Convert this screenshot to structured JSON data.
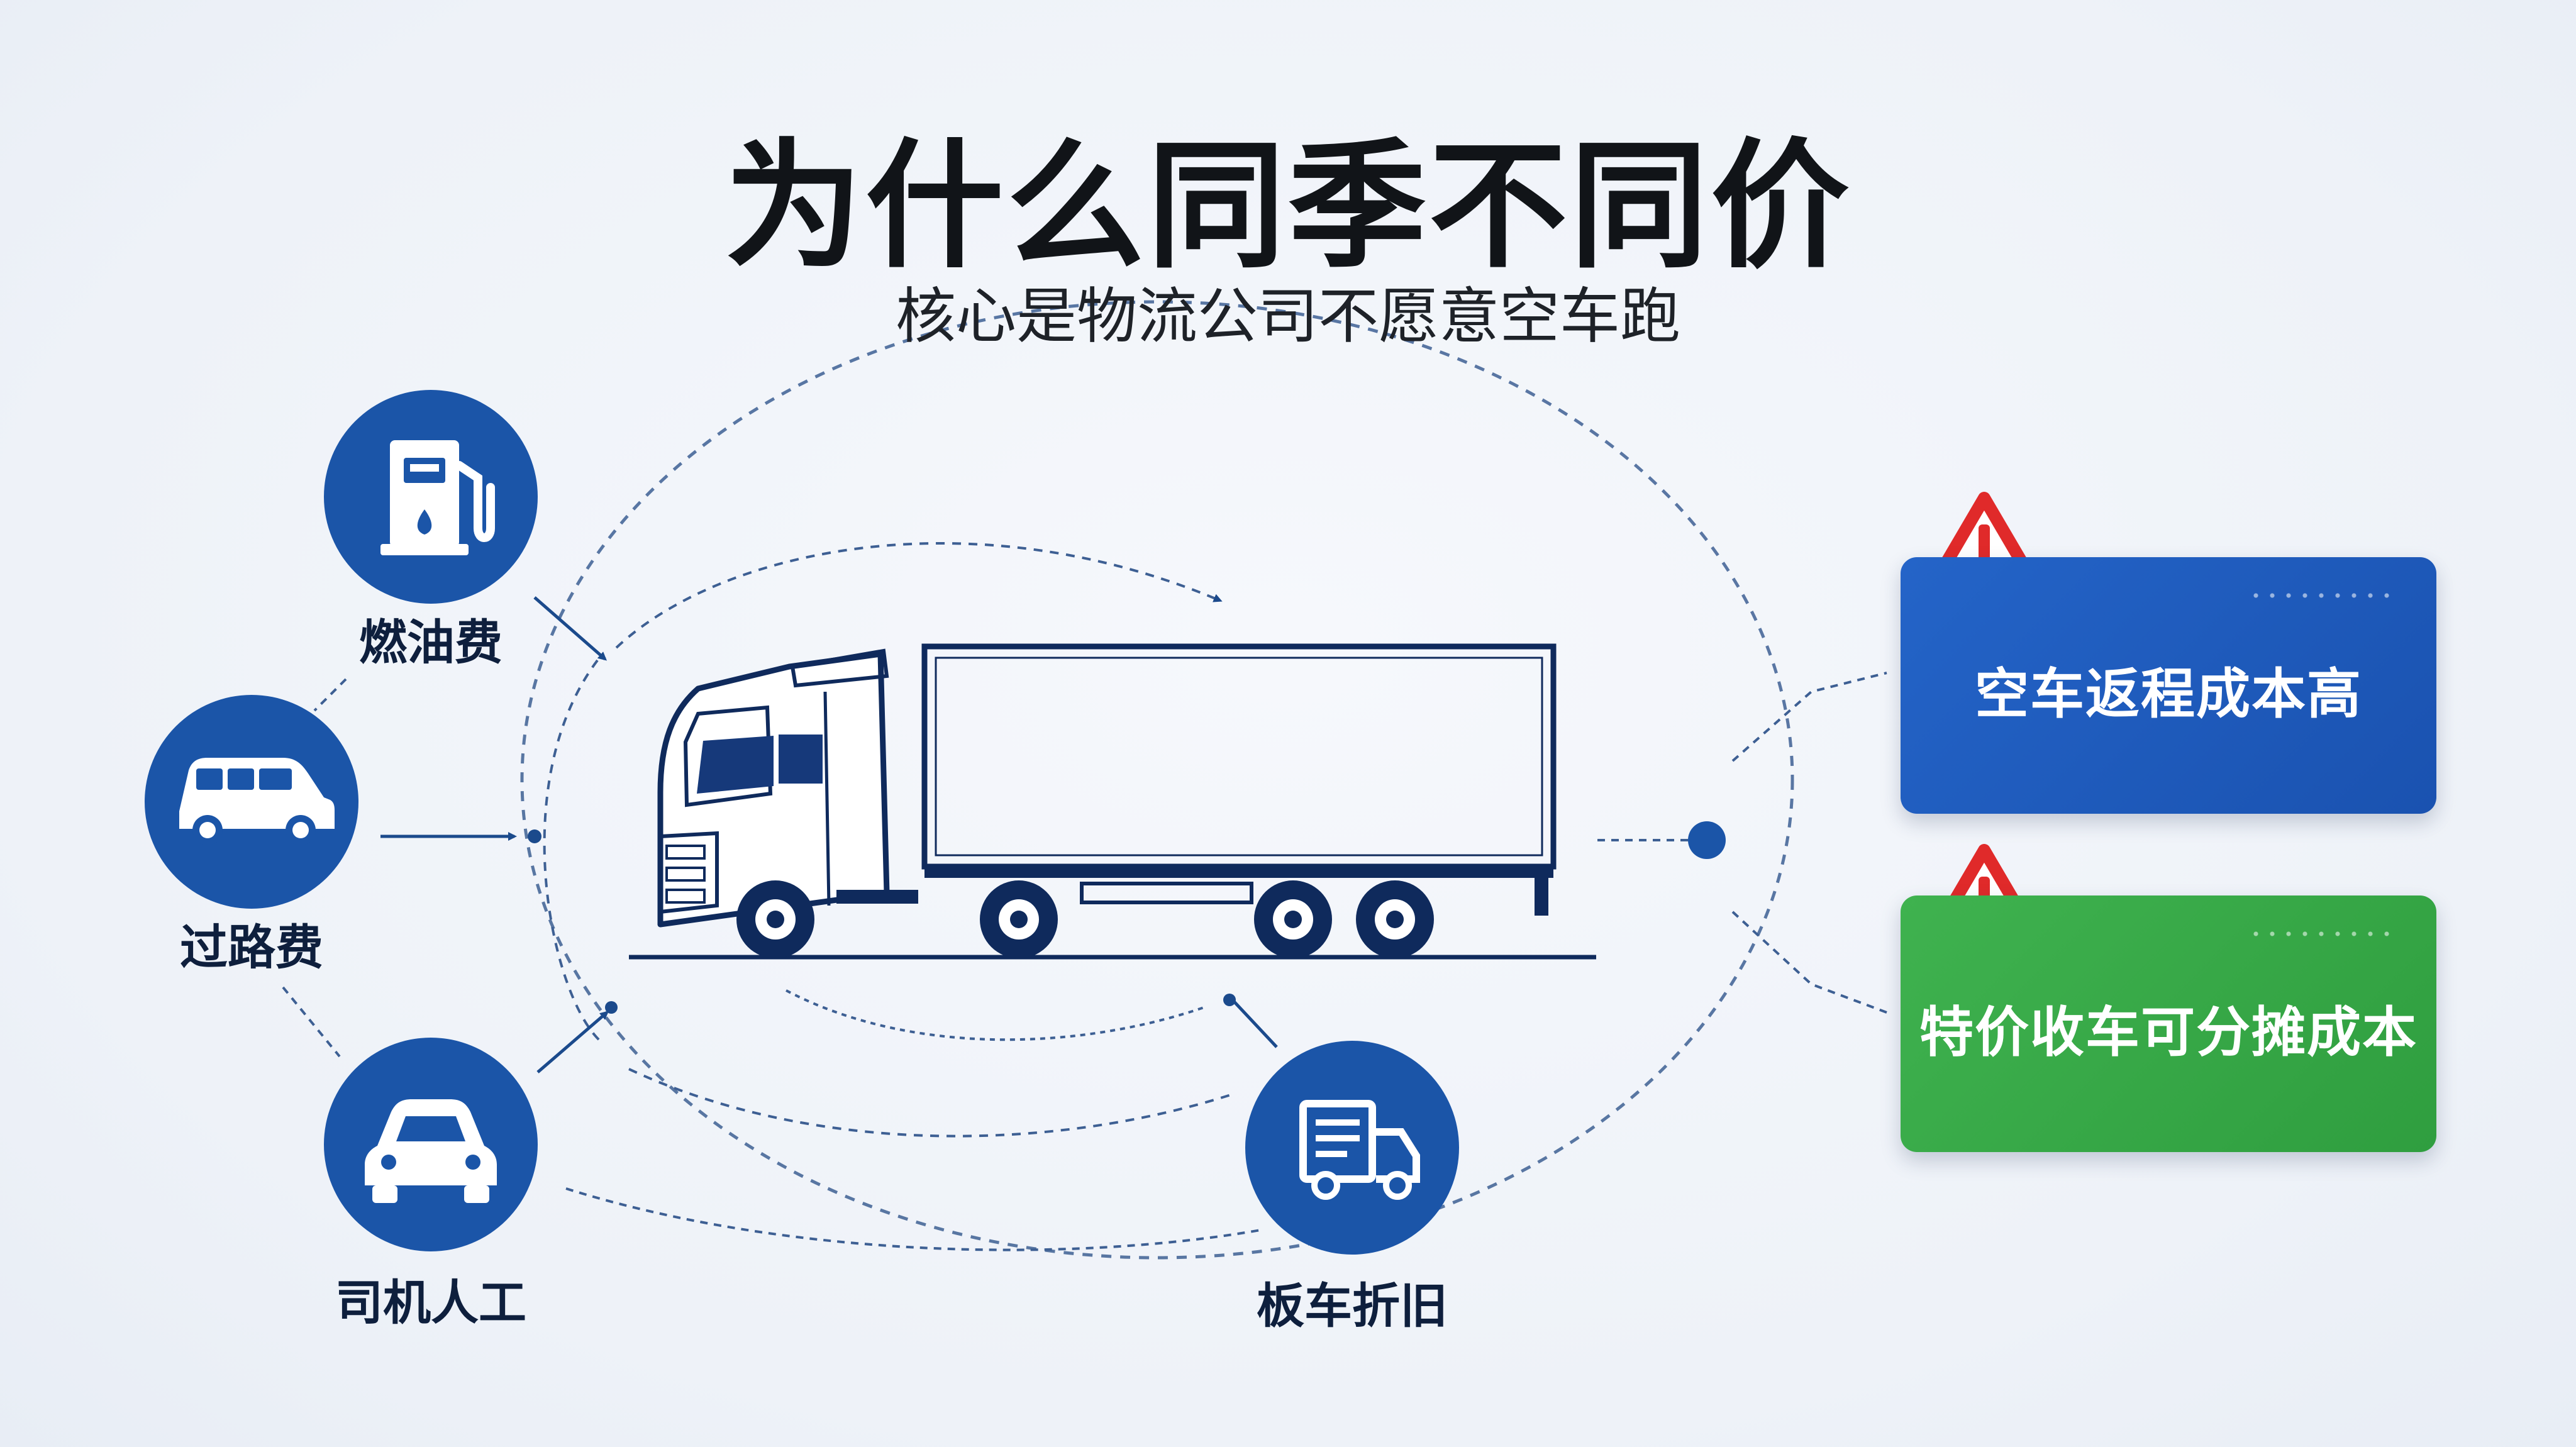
{
  "header": {
    "title": "为什么同季不同价",
    "subtitle": "核心是物流公司不愿意空车跑"
  },
  "factors": [
    {
      "label": "燃油费",
      "icon": "fuel-pump-icon"
    },
    {
      "label": "过路费",
      "icon": "van-icon"
    },
    {
      "label": "司机人工",
      "icon": "car-icon"
    },
    {
      "label": "板车折旧",
      "icon": "delivery-truck-icon"
    }
  ],
  "center": {
    "icon": "semi-truck-icon"
  },
  "conclusions": [
    {
      "text": "空车返程成本高",
      "icon": "warning-icon",
      "color": "#1f5cbf"
    },
    {
      "text": "特价收车可分摊成本",
      "icon": "warning-icon",
      "color": "#37a846"
    }
  ],
  "colors": {
    "primary": "#1b55a8",
    "navy": "#0f2a5c",
    "warning": "#e02a2a",
    "green": "#37a846",
    "blue_card": "#1f5cbf"
  }
}
